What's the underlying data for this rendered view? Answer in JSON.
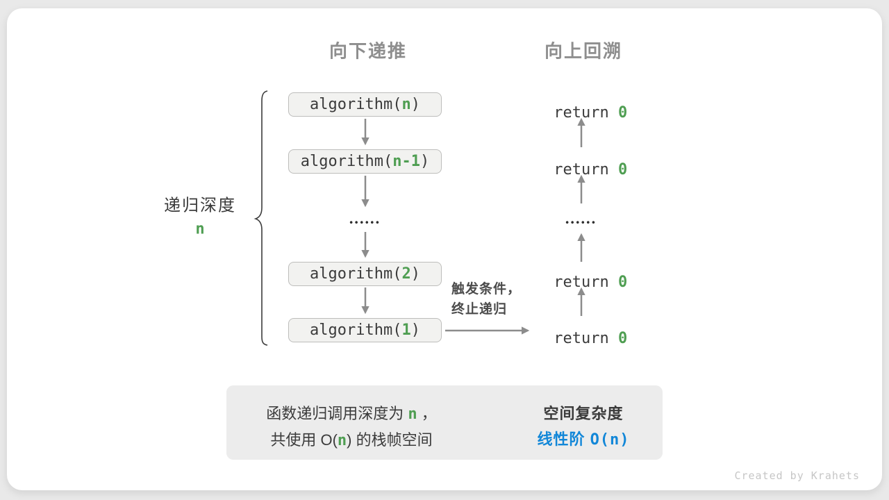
{
  "headers": {
    "descend": "向下递推",
    "backtrack": "向上回溯"
  },
  "depth_label": {
    "text": "递归深度",
    "value": "n"
  },
  "call_stack": {
    "boxes": [
      {
        "pre": "algorithm(",
        "arg": "n",
        "post": ")"
      },
      {
        "pre": "algorithm(",
        "arg": "n-1",
        "post": ")"
      },
      {
        "pre": "algorithm(",
        "arg": "2",
        "post": ")"
      },
      {
        "pre": "algorithm(",
        "arg": "1",
        "post": ")"
      }
    ],
    "ellipsis": "••••••"
  },
  "returns": {
    "items": [
      {
        "pre": "return ",
        "val": "0"
      },
      {
        "pre": "return ",
        "val": "0"
      },
      {
        "pre": "return ",
        "val": "0"
      },
      {
        "pre": "return ",
        "val": "0"
      }
    ],
    "ellipsis": "••••••"
  },
  "trigger": {
    "line1": "触发条件，",
    "line2": "终止递归"
  },
  "summary": {
    "line1": {
      "p1": "函数递归调用深度为 ",
      "n": "n",
      "p2": " ，"
    },
    "line2": {
      "p1": "共使用 O(",
      "n": "n",
      "p2": ") 的栈帧空间"
    },
    "title": "空间复杂度",
    "result": {
      "zh": "线性阶 ",
      "code": "O(n)"
    }
  },
  "watermark": "Created by Krahets",
  "colors": {
    "green_accent": "#4f9e52",
    "blue_accent": "#1287d8",
    "dark_text": "#3b3b3b",
    "gray_header": "#8e8e8e",
    "arrow_gray": "#8c8c8c",
    "block_arrow_gray": "#bcbcbc",
    "box_fill": "#f2f2f0",
    "box_border": "#bdbdbb",
    "panel_fill": "#ececec",
    "card_background": "#ffffff",
    "page_background": "#e9e9e9",
    "watermark_gray": "#c6c6c6"
  }
}
